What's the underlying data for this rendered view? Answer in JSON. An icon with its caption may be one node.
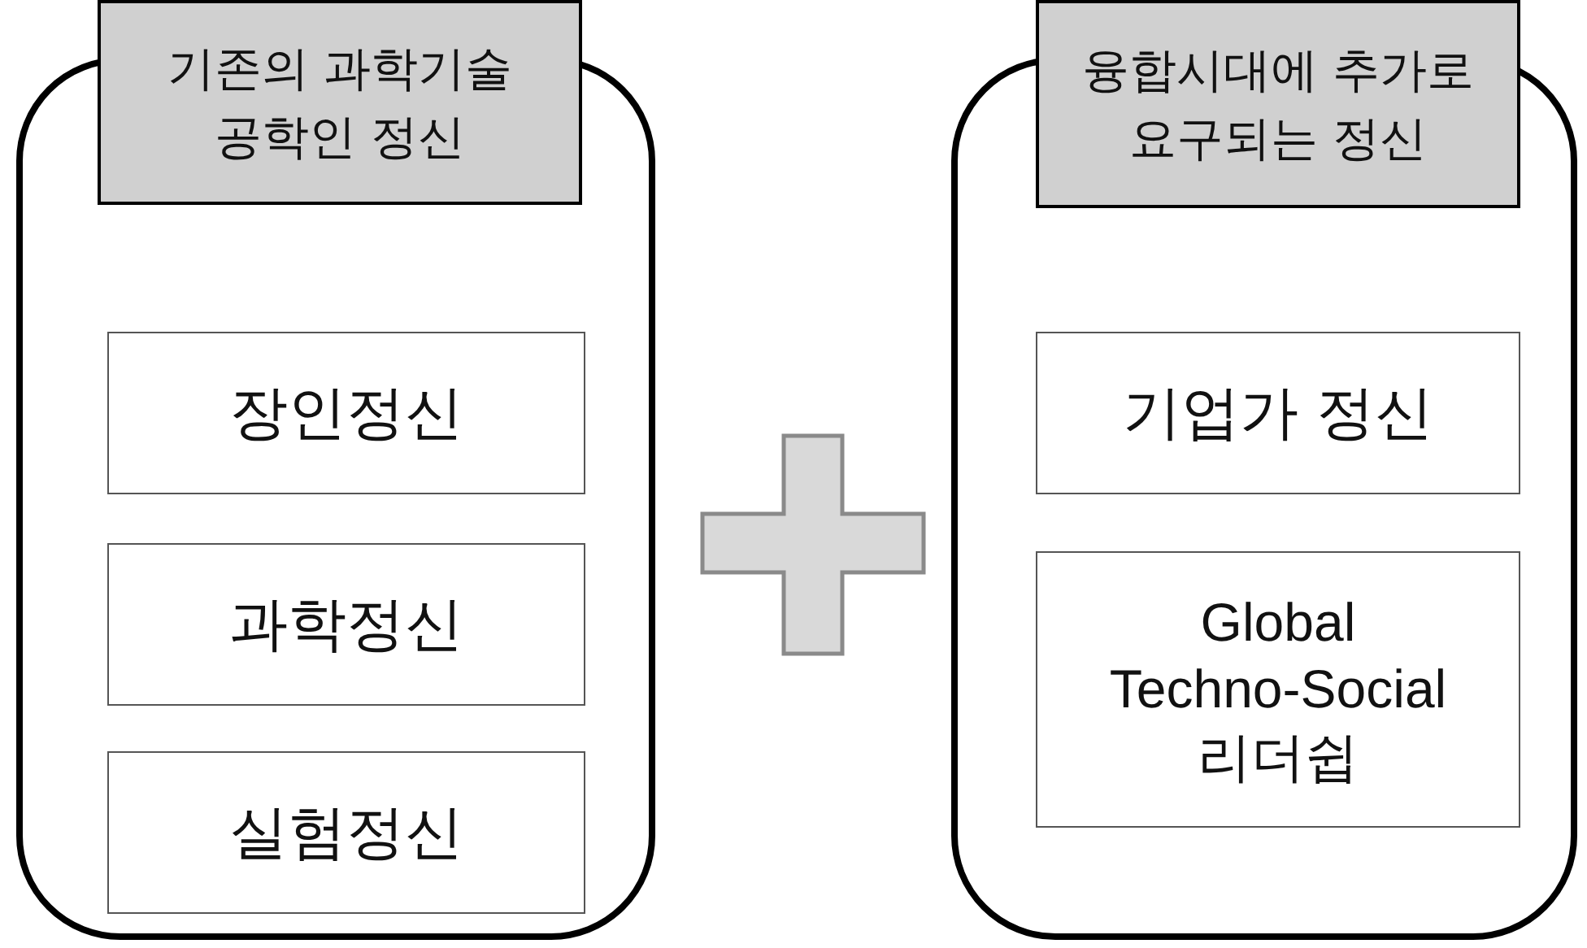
{
  "diagram": {
    "nodes": [
      {
        "text": [],
        "shape": "box"
      },
      {
        "text": [
          "기존의 과학기술 공학인 정신"
        ]
      },
      {
        "text": [
          "장인정신"
        ],
        "in": 0
      },
      {
        "text": [
          "과학정신"
        ],
        "in": 0
      },
      {
        "text": [
          "실험정신"
        ],
        "in": 0
      },
      {
        "text": [],
        "shape": "box"
      },
      {
        "text": [
          "융합시대에 추가로 요구되는 정신"
        ]
      },
      {
        "text": [
          "기업가 정신"
        ],
        "in": 5
      },
      {
        "text": [
          "Global Techno-Social 리더쉽"
        ],
        "in": 5
      }
    ],
    "edges": []
  }
}
